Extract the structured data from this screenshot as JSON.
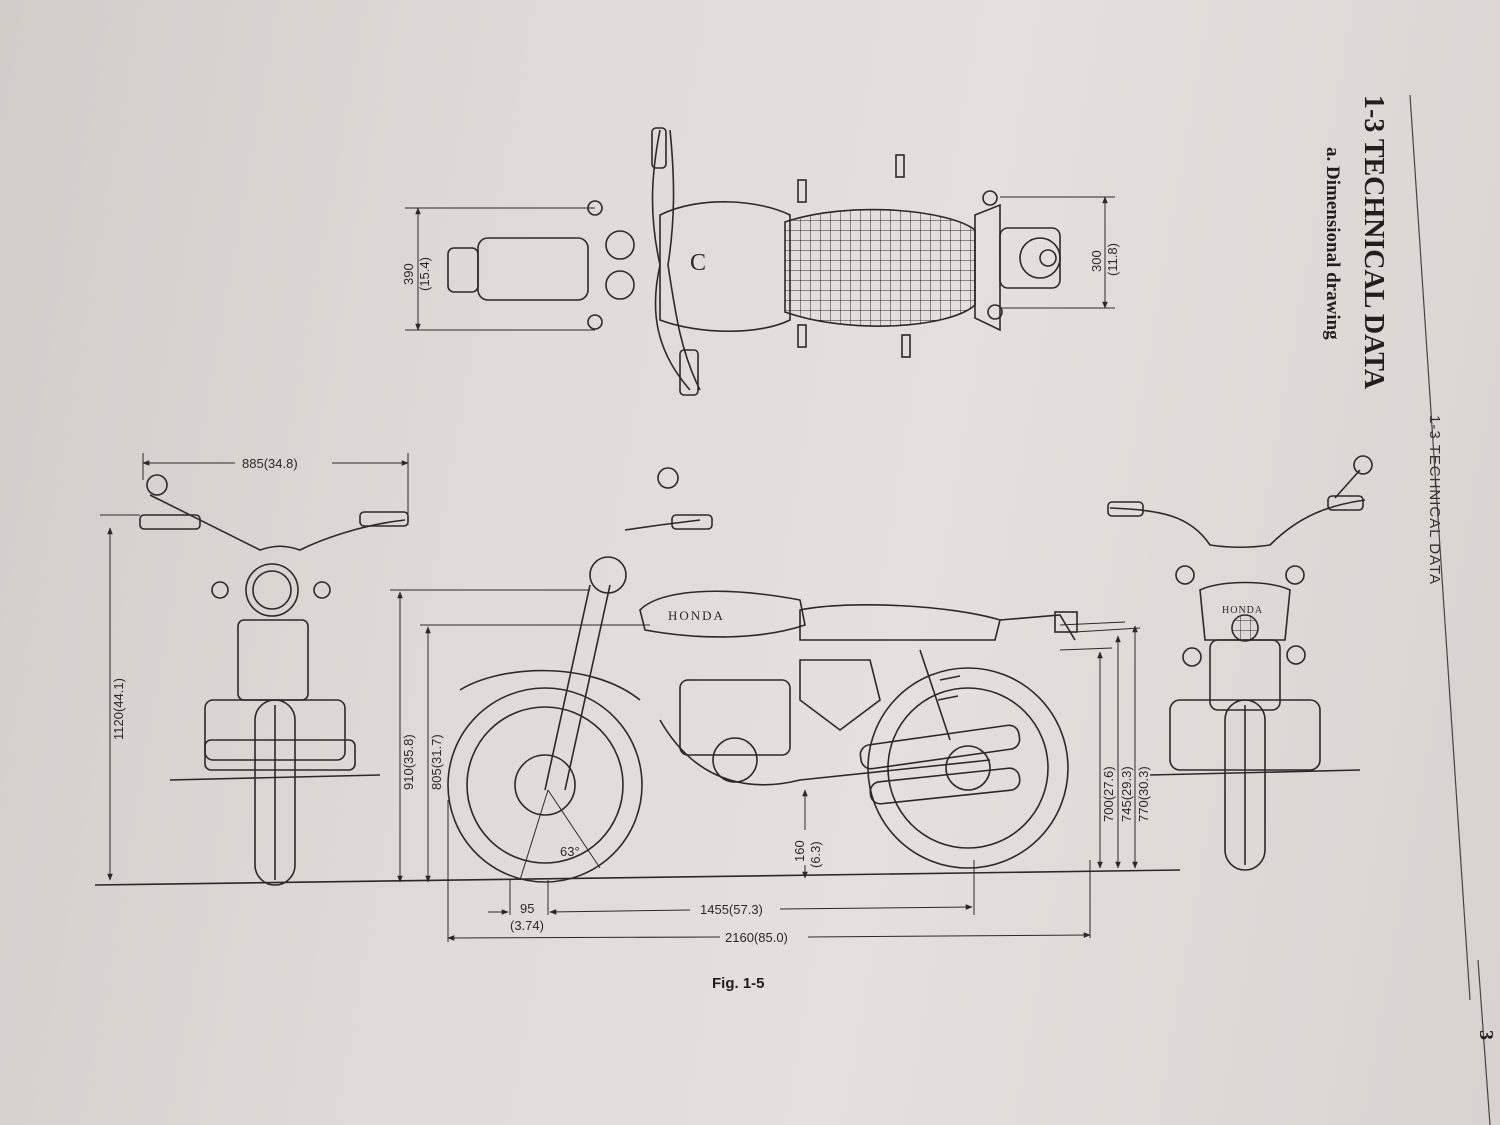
{
  "header": {
    "section": "1-3 TECHNICAL DATA",
    "subsection": "a. Dimensional drawing",
    "running_head": "1-3 TECHNICAL DATA",
    "page_number": "3"
  },
  "figure": {
    "caption": "Fig. 1-5",
    "tank_brand": "HONDA",
    "rear_brand": "HONDA"
  },
  "dimensions": {
    "top_width": "390",
    "top_width_in": "(15.4)",
    "seat_width": "300",
    "seat_width_in": "(11.8)",
    "overall_width": "885(34.8)",
    "front_height": "1120(44.1)",
    "height_910": "910(35.8)",
    "height_805": "805(31.7)",
    "ground_clearance": "160",
    "ground_clearance_in": "(6.3)",
    "caster_angle": "63°",
    "trail": "95",
    "trail_in": "(3.74)",
    "wheelbase": "1455(57.3)",
    "overall_length": "2160(85.0)",
    "h700": "700(27.6)",
    "h745": "745(29.3)",
    "h770": "770(30.3)"
  },
  "colors": {
    "ink": "#2a2a2a",
    "paper": "#dedcd8"
  }
}
